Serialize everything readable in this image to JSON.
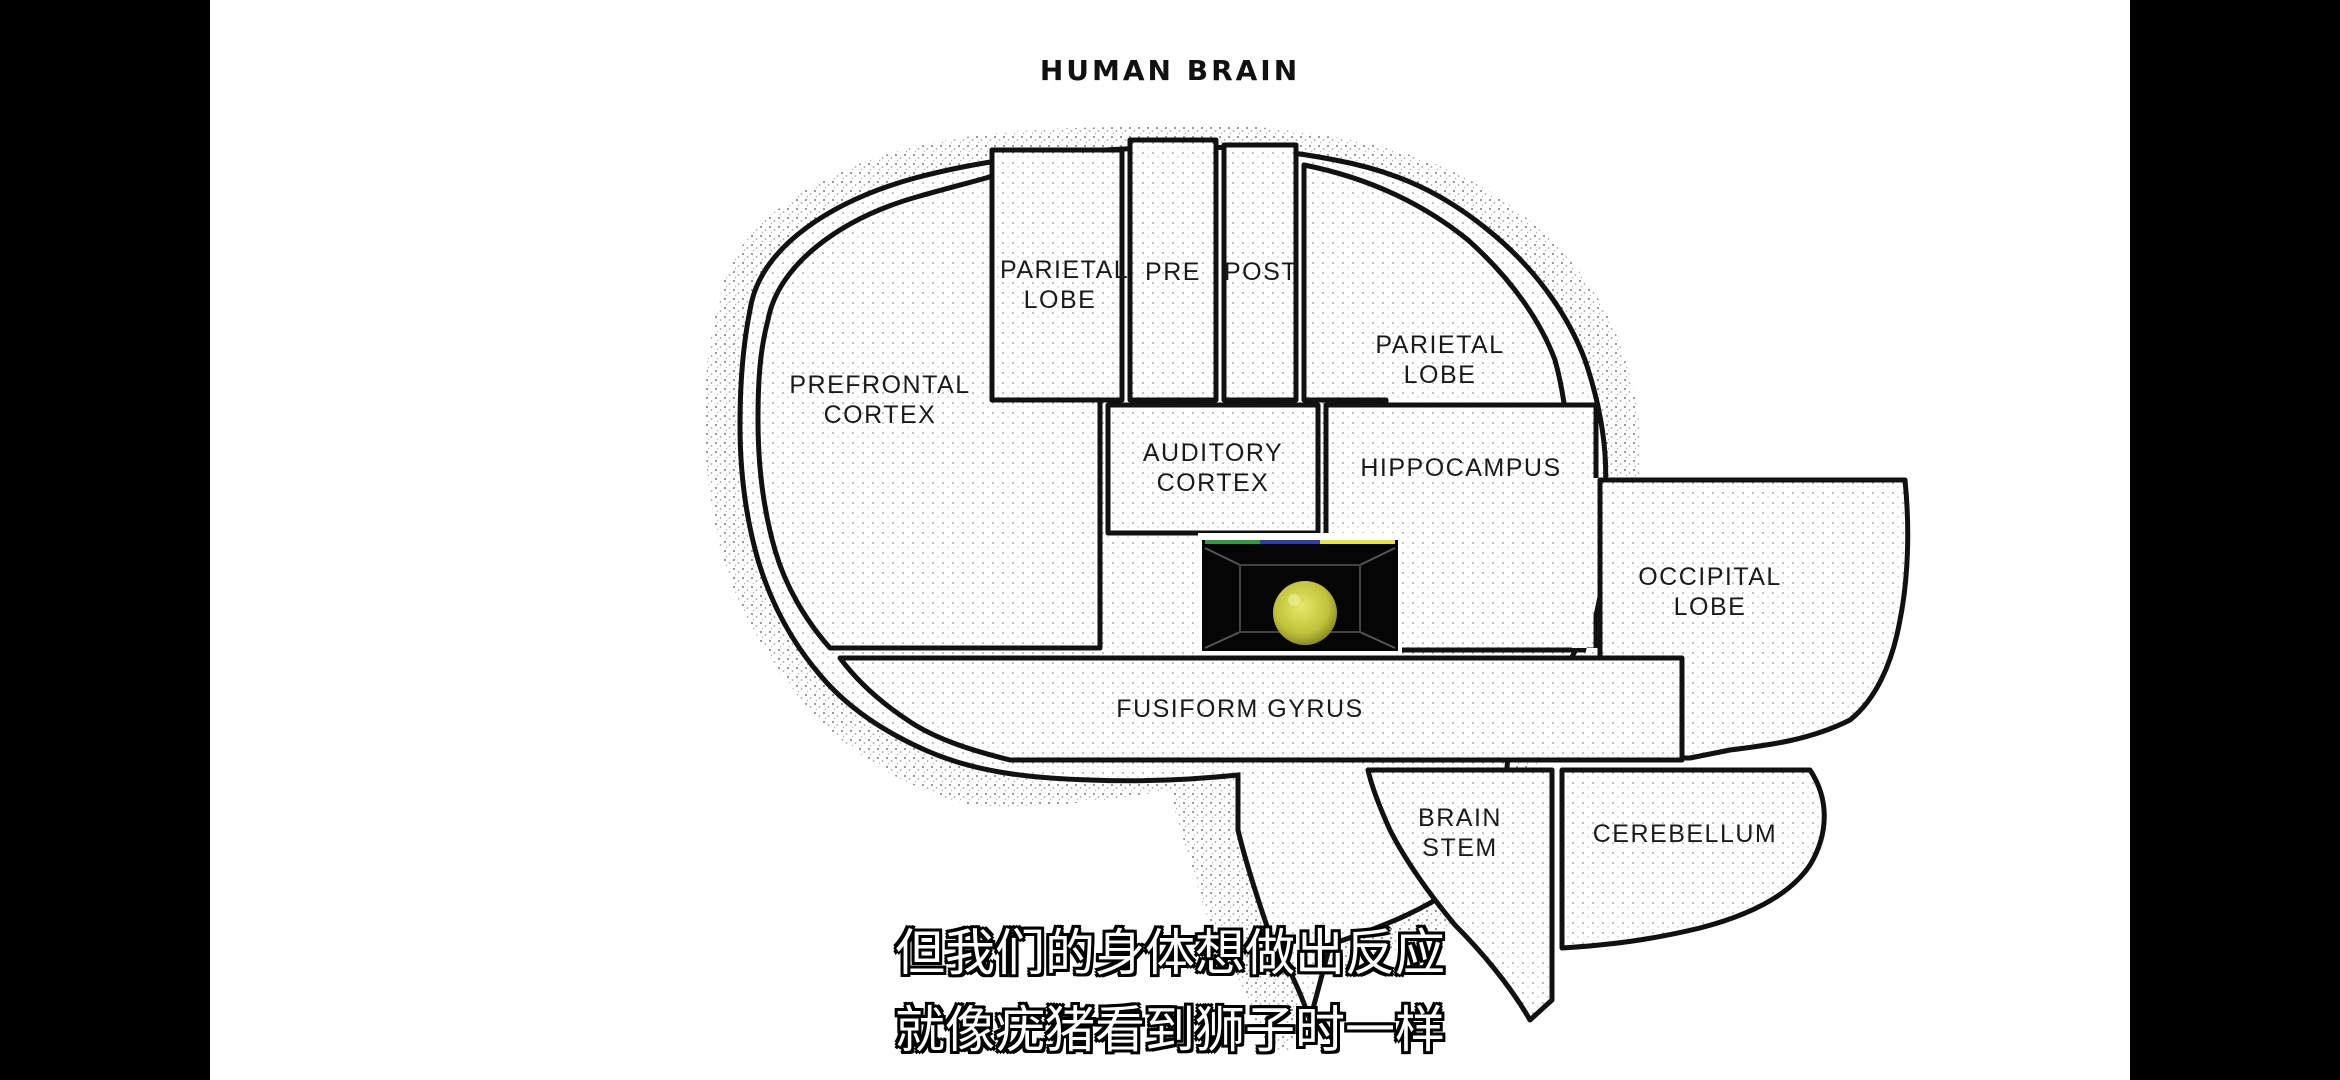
{
  "diagram": {
    "title": "HUMAN BRAIN",
    "regions": {
      "parietal_top": [
        "PARIETAL",
        "LOBE"
      ],
      "pre": "PRE",
      "post": "POST",
      "parietal_right": [
        "PARIETAL",
        "LOBE"
      ],
      "prefrontal": [
        "PREFRONTAL",
        "CORTEX"
      ],
      "auditory": [
        "AUDITORY",
        "CORTEX"
      ],
      "hippocampus": "HIPPOCAMPUS",
      "occipital": [
        "OCCIPITAL",
        "LOBE"
      ],
      "fusiform": "FUSIFORM GYRUS",
      "brain_stem": [
        "BRAIN",
        "STEM"
      ],
      "cerebellum": "CEREBELLUM"
    },
    "colors": {
      "outline": "#111111",
      "stipple": "#222222",
      "screen_bg": "#050505",
      "screen_ball": "#d6d84a",
      "screen_top_stripe": [
        "#2f9d3a",
        "#2a3fb0",
        "#e8e23a"
      ]
    }
  },
  "subtitles": {
    "line1": "但我们的身体想做出反应",
    "line2": "就像疣猪看到狮子时一样"
  }
}
